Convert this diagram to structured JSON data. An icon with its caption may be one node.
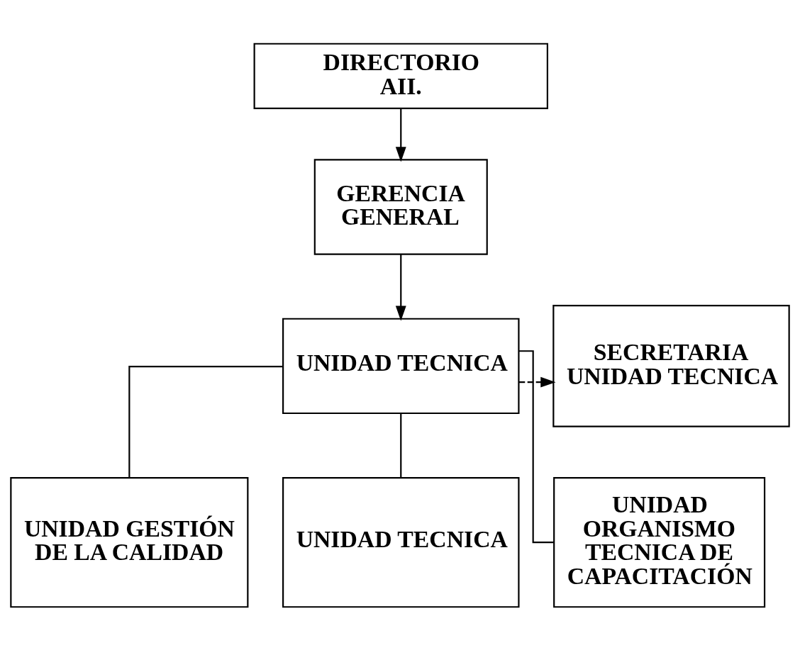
{
  "diagram": {
    "nodes": [
      {
        "text": [
          "DIRECTORIO AII."
        ]
      },
      {
        "text": [
          "GERENCIA GENERAL"
        ]
      },
      {
        "text": [
          "UNIDAD TECNICA"
        ]
      },
      {
        "text": [
          "SECRETARIA UNIDAD TECNICA"
        ]
      },
      {
        "text": [
          "UNIDAD GESTIÓN DE LA CALIDAD"
        ]
      },
      {
        "text": [
          "UNIDAD TECNICA"
        ]
      },
      {
        "text": [
          "UNIDAD ORGANISMO TECNICA DE CAPACITACIÓN"
        ]
      }
    ],
    "edges": [
      {
        "from": 0,
        "to": 1,
        "arrow": "to"
      },
      {
        "from": 1,
        "to": 2,
        "arrow": "to"
      },
      {
        "from": 2,
        "to": 3,
        "arrow": "to",
        "style": "dashed"
      },
      {
        "from": 2,
        "to": 4,
        "arrow": "none"
      },
      {
        "from": 2,
        "to": 5,
        "arrow": "none"
      },
      {
        "from": 2,
        "to": 6,
        "arrow": "none"
      }
    ]
  }
}
